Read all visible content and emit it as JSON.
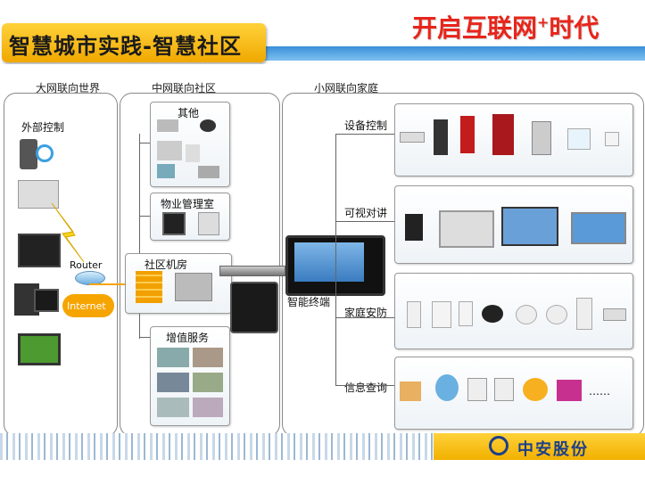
{
  "header": {
    "title": "智慧城市实践-智慧社区",
    "slogan_main": "开启互联网",
    "slogan_plus": "+",
    "slogan_end": "时代"
  },
  "sections": {
    "world": "大网联向世界",
    "community": "中网联向社区",
    "home": "小网联向家庭"
  },
  "world_panel": {
    "external_control": "外部控制",
    "router": "Router",
    "internet": "Internet"
  },
  "community_panel": {
    "other": "其他",
    "property_office": "物业管理室",
    "community_room": "社区机房",
    "value_added": "增值服务"
  },
  "terminal": {
    "label": "智能终端"
  },
  "home_panel": {
    "device_control": "设备控制",
    "video_intercom": "可视对讲",
    "home_security": "家庭安防",
    "info_query": "信息查询",
    "more": "……"
  },
  "footer": {
    "brand": "中安股份"
  },
  "colors": {
    "accent": "#e8251b",
    "title_bg": "#f5b800",
    "brand": "#1c3f8a",
    "line_blue": "#4a9ae0"
  }
}
